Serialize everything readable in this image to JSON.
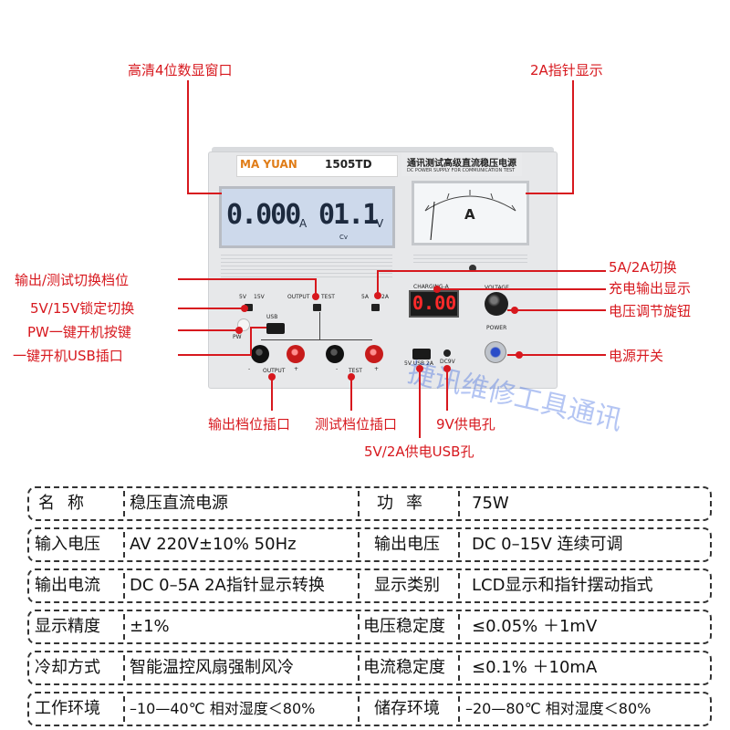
{
  "callouts": {
    "hd_display": "高清4位数显窗口",
    "needle_display": "2A指针显示",
    "output_test_switch": "输出/测试切换档位",
    "lock_switch": "5V/15V锁定切换",
    "pw_button": "PW一键开机按键",
    "usb_port": "一键开机USB插口",
    "range_switch": "5A/2A切换",
    "charge_display": "充电输出显示",
    "voltage_knob": "电压调节旋钮",
    "power_switch": "电源开关",
    "output_socket": "输出档位插口",
    "test_socket": "测试档位插口",
    "dc9v": "9V供电孔",
    "usb_supply": "5V/2A供电USB孔"
  },
  "device": {
    "brand": "MA YUAN",
    "model": "1505TD",
    "title_cn": "通讯测试高级直流稳压电源",
    "title_en": "DC POWER SUPPLY FOR COMMUNICATION TEST",
    "lcd_current": "0.000",
    "lcd_current_unit": "A",
    "lcd_voltage": "01.1",
    "lcd_voltage_unit": "V",
    "lcd_cv": "Cv",
    "meter_unit": "A",
    "labels": {
      "v5": "5V",
      "v15": "15V",
      "output": "OUTPUT",
      "test": "TEST",
      "a5": "5A",
      "a2": "2A",
      "usb": "USB",
      "pw": "PW",
      "charging": "CHARGING-A",
      "voltage": "VOLTAGE",
      "power": "POWER",
      "output_bottom": "OUTPUT",
      "test_bottom": "TEST",
      "usb_rating": "5V USB 2A",
      "dc9v": "DC9V",
      "minus1": "-",
      "plus1": "+",
      "minus2": "-",
      "plus2": "+"
    },
    "led_value": "0.00"
  },
  "watermark": "捷讯维修工具通讯",
  "specs": [
    {
      "k1": "名称",
      "v1": "稳压直流电源",
      "k2": "功率",
      "v2": "75W"
    },
    {
      "k1": "输入电压",
      "v1": "AV 220V±10%  50Hz",
      "k2": "输出电压",
      "v2": "DC 0–15V 连续可调"
    },
    {
      "k1": "输出电流",
      "v1": "DC 0–5A  2A指针显示转换",
      "k2": "显示类别",
      "v2": "LCD显示和指针摆动指式"
    },
    {
      "k1": "显示精度",
      "v1": "±1%",
      "k2": "电压稳定度",
      "v2": "≤0.05%  ＋1mV"
    },
    {
      "k1": "冷却方式",
      "v1": "智能温控风扇强制风冷",
      "k2": "电流稳定度",
      "v2": "≤0.1%  ＋10mA"
    },
    {
      "k1": "工作环境",
      "v1": "–10—40℃ 相对湿度＜80%",
      "k2": "储存环境",
      "v2": "–20—80℃ 相对湿度＜80%"
    }
  ]
}
